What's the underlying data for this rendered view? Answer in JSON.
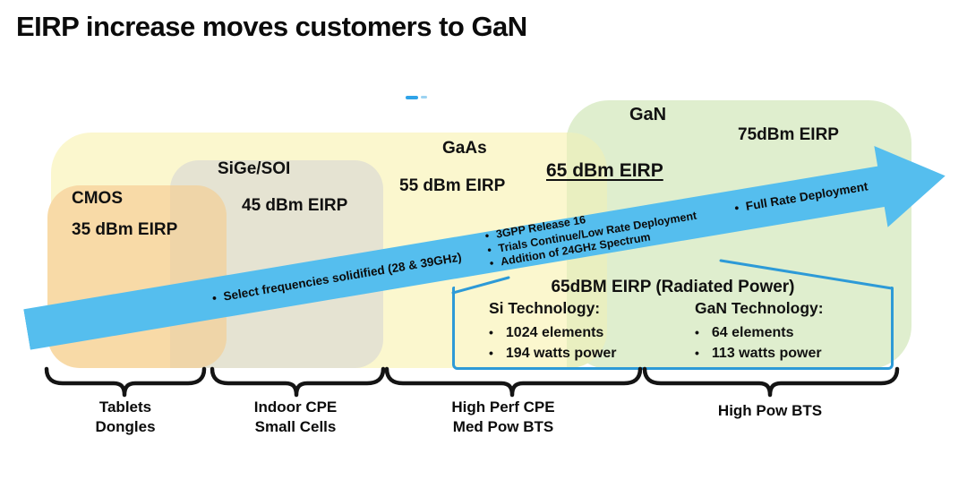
{
  "title": "EIRP increase moves customers to GaN",
  "boxes": {
    "cmos": {
      "name": "CMOS",
      "eirp": "35 dBm EIRP"
    },
    "sige": {
      "name": "SiGe/SOI",
      "eirp": "45 dBm EIRP"
    },
    "gaas": {
      "name": "GaAs",
      "eirp": "55 dBm EIRP",
      "next_eirp": "65 dBm EIRP"
    },
    "gan": {
      "name": "GaN",
      "eirp": "75dBm EIRP"
    }
  },
  "arrow": {
    "phase1": "Select frequencies solidified (28 & 39GHz)",
    "phase2": [
      "3GPP Release 16",
      "Trials Continue/Low Rate Deployment",
      "Addition of 24GHz Spectrum"
    ],
    "phase3": "Full Rate Deployment"
  },
  "callout": {
    "title": "65dBM EIRP (Radiated Power)",
    "si": {
      "heading": "Si Technology:",
      "items": [
        "1024 elements",
        "194 watts power"
      ]
    },
    "gan": {
      "heading": "GaN Technology:",
      "items": [
        "64 elements",
        "113 watts power"
      ]
    }
  },
  "segments": [
    {
      "lines": [
        "Tablets",
        "Dongles"
      ]
    },
    {
      "lines": [
        "Indoor CPE",
        "Small Cells"
      ]
    },
    {
      "lines": [
        "High Perf CPE",
        "Med Pow BTS"
      ]
    },
    {
      "lines": [
        "High Pow BTS",
        ""
      ]
    }
  ],
  "colors": {
    "arrow_blue": "#55beee",
    "callout_border_blue": "#2d9ad7",
    "gaas_yellow": "#fbf7ce",
    "cmos_orange": "#f8daa7",
    "sige_gray": "#e5e3d2",
    "gan_green": "#dfeece",
    "yellow_green_overlap": "#e9efc0",
    "orange_gray_overlap": "#efd5a8",
    "text_black": "#111111"
  }
}
